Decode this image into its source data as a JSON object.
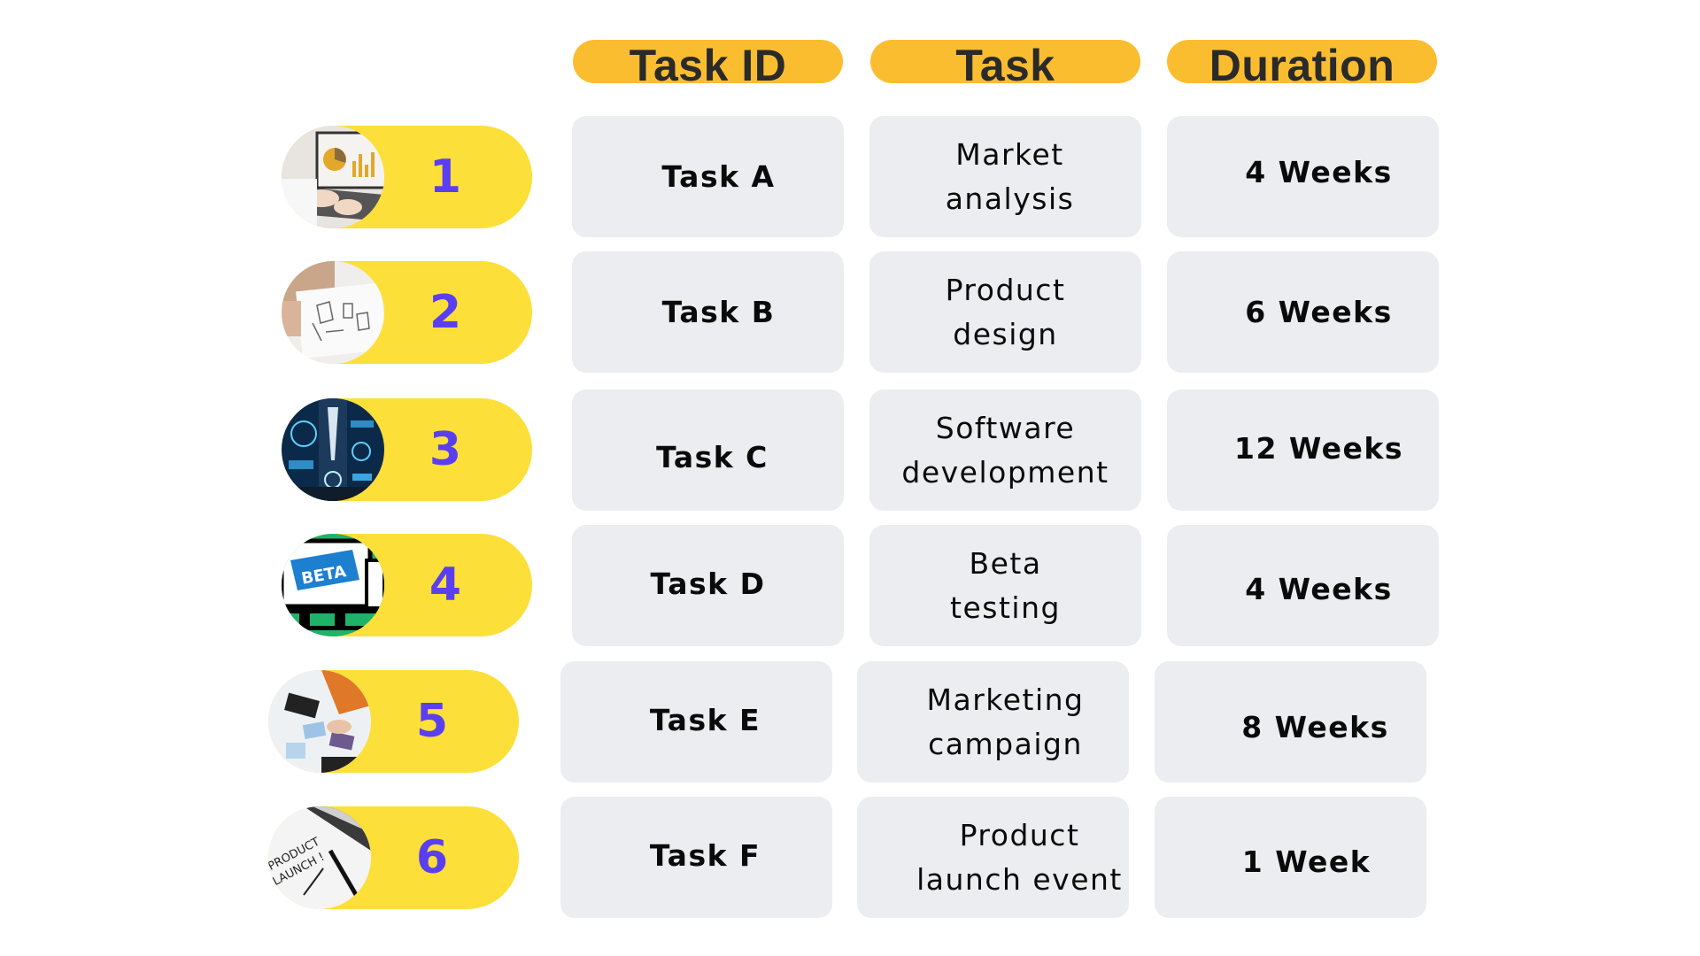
{
  "header": {
    "task_id": "Task ID",
    "task": "Task",
    "duration": "Duration"
  },
  "colors": {
    "header_pill": "#fbbd30",
    "row_pill": "#fddf3a",
    "number": "#5a3ff0",
    "card": "#ebedf0",
    "text": "#0a0a0a"
  },
  "rows": [
    {
      "number": "1",
      "image_icon": "laptop-analytics-photo",
      "task_id": "Task A",
      "task": "Market\nanalysis",
      "duration": "4 Weeks"
    },
    {
      "number": "2",
      "image_icon": "product-sketch-photo",
      "task_id": "Task B",
      "task": "Product\ndesign",
      "duration": "6 Weeks"
    },
    {
      "number": "3",
      "image_icon": "digital-tech-photo",
      "task_id": "Task C",
      "task": "Software\ndevelopment",
      "duration": "12 Weeks"
    },
    {
      "number": "4",
      "image_icon": "beta-monitor-photo",
      "task_id": "Task D",
      "task": "Beta\ntesting",
      "duration": "4 Weeks"
    },
    {
      "number": "5",
      "image_icon": "marketing-team-photo",
      "task_id": "Task E",
      "task": "Marketing\ncampaign",
      "duration": "8 Weeks"
    },
    {
      "number": "6",
      "image_icon": "product-launch-note-photo",
      "task_id": "Task F",
      "task": "Product\nlaunch event",
      "duration": "1 Week"
    }
  ]
}
